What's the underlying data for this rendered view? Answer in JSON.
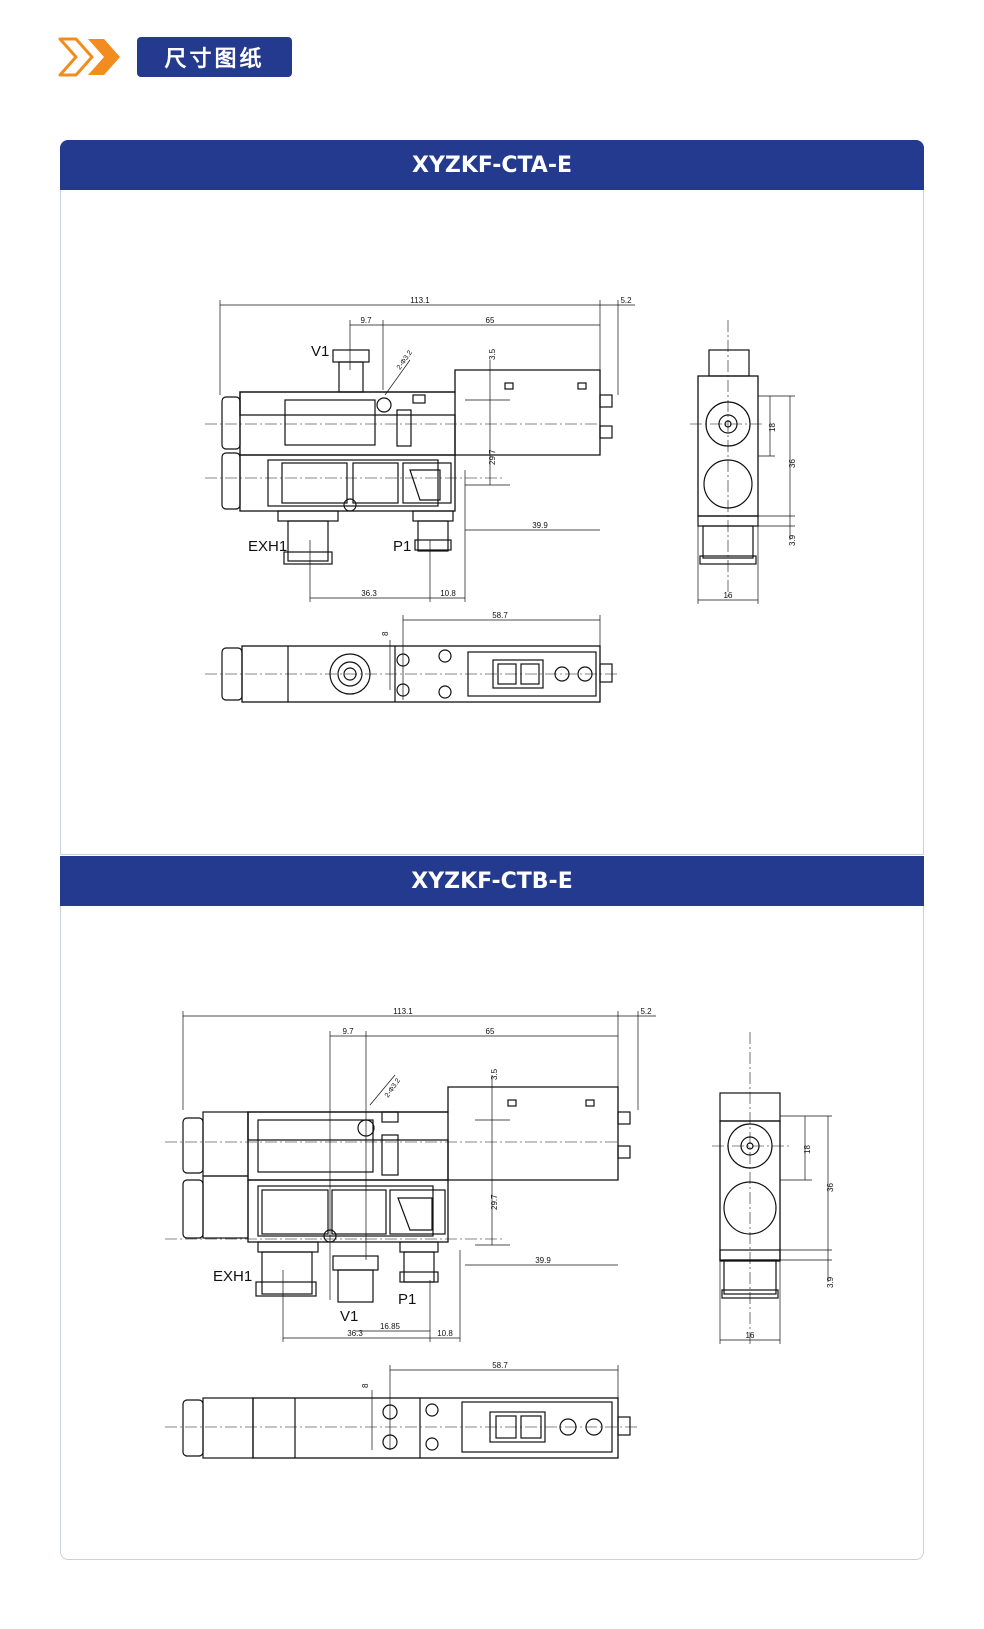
{
  "header": {
    "title": "尺寸图纸",
    "colors": {
      "accent": "#f28c1e",
      "brand": "#233a8f"
    },
    "icon": "double-chevron-right-icon"
  },
  "diagrams": [
    {
      "model": "XYZKF-CTA-E",
      "ports": {
        "v": "V1",
        "exh": "EXH1",
        "p": "P1"
      },
      "dims": {
        "length": "113.1",
        "tail": "5.2",
        "a": "9.7",
        "b": "65",
        "hole": "2-Φ3.2",
        "h1": "3.5",
        "h2": "29.7",
        "c": "39.9",
        "d": "36.3",
        "e": "10.8",
        "side_h": "18",
        "side_total": "36",
        "side_low": "3.9",
        "side_w": "16",
        "top_len": "58.7",
        "top_gap": "8"
      }
    },
    {
      "model": "XYZKF-CTB-E",
      "ports": {
        "v": "V1",
        "exh": "EXH1",
        "p": "P1"
      },
      "dims": {
        "length": "113.1",
        "tail": "5.2",
        "a": "9.7",
        "b": "65",
        "hole": "2-Φ3.2",
        "h1": "3.5",
        "h2": "29.7",
        "c": "39.9",
        "d": "36.3",
        "e": "10.8",
        "f": "16.85",
        "side_h": "18",
        "side_total": "36",
        "side_low": "3.9",
        "side_w": "16",
        "top_len": "58.7",
        "top_gap": "8"
      }
    }
  ]
}
